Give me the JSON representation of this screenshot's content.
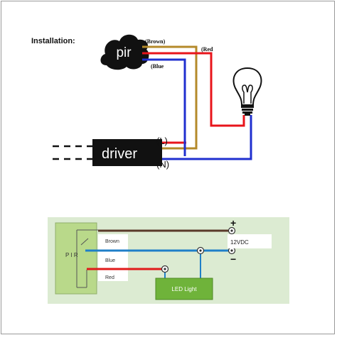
{
  "top_diagram": {
    "heading": "Installation:",
    "pir_label": "pir",
    "driver_label": "driver",
    "wire_brown": "(Brown)",
    "wire_red": "(Red",
    "wire_blue": "(Blue",
    "terminal_l": "(L)",
    "terminal_n": "(N)"
  },
  "bottom_diagram": {
    "pir_side_label": "P I R",
    "wire_brown": "Brown",
    "wire_blue": "Blue",
    "wire_red": "Red",
    "supply_label": "12VDC",
    "plus_sign": "+",
    "minus_sign": "−",
    "led_label": "LED Light"
  },
  "colors": {
    "brown_wire": "#b48a2a",
    "red_wire": "#e8141b",
    "blue_wire": "#1f2fcf",
    "bottom_brown_wire": "#5a3a2a",
    "bottom_blue_wire": "#1f7fc8",
    "panel_green": "#dcebd2",
    "pir_box_green": "#b9d98a",
    "led_green": "#6fb33a"
  }
}
